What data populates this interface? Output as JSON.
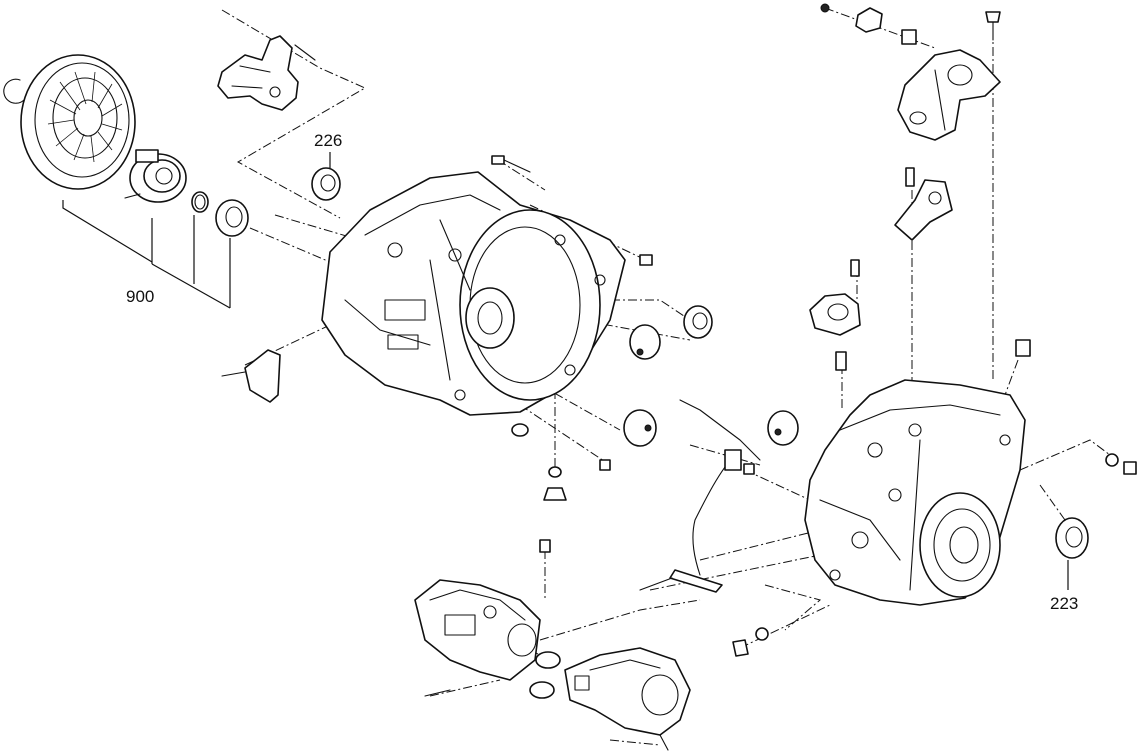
{
  "callouts": {
    "c226": "226",
    "c900": "900",
    "c223": "223"
  },
  "colors": {
    "line": "#111111",
    "background": "#ffffff"
  }
}
